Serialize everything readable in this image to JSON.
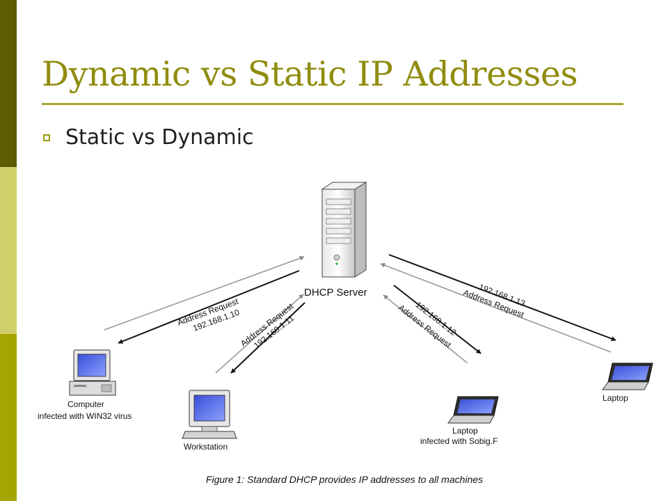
{
  "slide": {
    "title": "Dynamic vs Static IP Addresses",
    "bullet": "Static vs Dynamic",
    "colors": {
      "sidebar_dark": "#5c5c05",
      "sidebar_light": "#cfd06a",
      "sidebar_mid": "#a6a402",
      "title": "#8f8c0c",
      "rule": "#a7a530"
    }
  },
  "diagram": {
    "server_label": "DHCP Server",
    "computer_label": "Computer",
    "computer_note": "infected with WIN32 virus",
    "workstation_label": "Workstation",
    "laptop_middle_label": "Laptop",
    "laptop_middle_note": "infected with Sobig.F",
    "laptop_right_label": "Laptop",
    "link_computer_request": "Address Request",
    "link_computer_ip": "192.168.1.10",
    "link_workstation_request": "Address Request",
    "link_workstation_ip": "192.168.1.11",
    "link_laptop_middle_ip": "192.168.1.12",
    "link_laptop_middle_request": "Address Request",
    "link_laptop_right_ip": "192.168.1.13",
    "link_laptop_right_request": "Address Request",
    "caption": "Figure 1: Standard DHCP provides IP addresses to all machines"
  }
}
